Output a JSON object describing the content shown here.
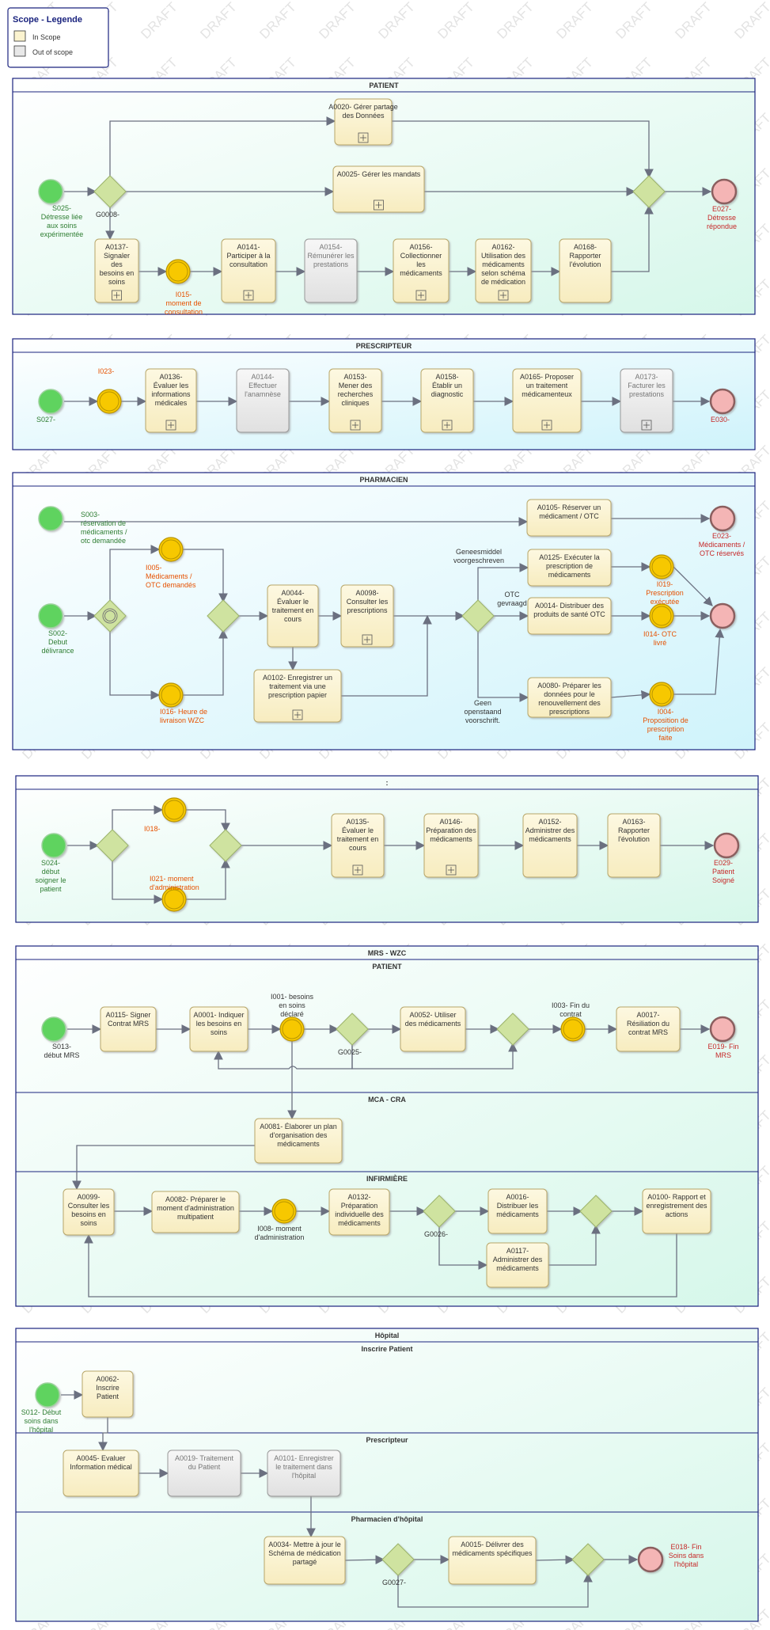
{
  "watermark": "DRAFT",
  "legend": {
    "title": "Scope - Legende",
    "in_scope": "In Scope",
    "out_of_scope": "Out of scope"
  },
  "colors": {
    "in_scope_fill": "#fbf3cf",
    "out_scope_fill": "#e8e8e8",
    "start": "#5fd35f",
    "end": "#f4b5b5",
    "intermediate": "#f7c800",
    "gateway": "#cfe3a0",
    "pool_border": "#1a237e",
    "edge": "#6b7080",
    "green_text": "#2e7d32",
    "orange_text": "#e65100",
    "red_text": "#c62828"
  },
  "pools": [
    {
      "id": "patient",
      "title": "PATIENT"
    },
    {
      "id": "prescripteur",
      "title": "PRESCRIPTEUR"
    },
    {
      "id": "pharmacien",
      "title": "PHARMACIEN"
    },
    {
      "id": "soins",
      "title": ":"
    },
    {
      "id": "mrs",
      "title": "MRS - WZC",
      "lanes": [
        "PATIENT",
        "MCA - CRA",
        "INFIRMIÈRE"
      ]
    },
    {
      "id": "hopital",
      "title": "Hôpital",
      "lanes": [
        "Inscrire Patient",
        "Prescripteur",
        "Pharmacien d'hôpital"
      ]
    }
  ],
  "nodes": [
    {
      "id": "S025",
      "kind": "start",
      "label": "S025-\nDétresse liée\naux soins\nexpérimentée"
    },
    {
      "id": "G0008",
      "kind": "gateway",
      "label": "G0008-"
    },
    {
      "id": "A0020",
      "kind": "task",
      "scope": "in",
      "label": "A0020-  Gérer partage\ndes Données",
      "sub": true
    },
    {
      "id": "A0025",
      "kind": "task",
      "scope": "in",
      "label": "A0025-  Gérer les mandats",
      "sub": true
    },
    {
      "id": "A0137",
      "kind": "task",
      "scope": "in",
      "label": "A0137-\nSignaler\ndes\nbesoins en\nsoins",
      "sub": true
    },
    {
      "id": "I015",
      "kind": "intermediate",
      "label": "I015-\nmoment de\nconsultation"
    },
    {
      "id": "A0141",
      "kind": "task",
      "scope": "in",
      "label": "A0141-\nParticiper à la\nconsultation",
      "sub": true
    },
    {
      "id": "A0154",
      "kind": "task",
      "scope": "out",
      "label": "A0154-\nRémunérer les\nprestations"
    },
    {
      "id": "A0156",
      "kind": "task",
      "scope": "in",
      "label": "A0156-\nCollectionner\nles\nmédicaments",
      "sub": true
    },
    {
      "id": "A0162",
      "kind": "task",
      "scope": "in",
      "label": "A0162-\nUtilisation des\nmédicaments\nselon schéma\nde médication",
      "sub": true
    },
    {
      "id": "A0168",
      "kind": "task",
      "scope": "in",
      "label": "A0168-\nRapporter\nl'évolution"
    },
    {
      "id": "G_P1",
      "kind": "gateway",
      "label": ""
    },
    {
      "id": "E027",
      "kind": "end",
      "label": "E027-\nDétresse\nrépondue"
    },
    {
      "id": "S027",
      "kind": "start",
      "label": "S027-"
    },
    {
      "id": "I023",
      "kind": "intermediate",
      "label": "I023-"
    },
    {
      "id": "A0136",
      "kind": "task",
      "scope": "in",
      "label": "A0136-\nÉvaluer les\ninformations\nmédicales",
      "sub": true
    },
    {
      "id": "A0144",
      "kind": "task",
      "scope": "out",
      "label": "A0144-\nEffectuer\nl'anamnèse"
    },
    {
      "id": "A0153",
      "kind": "task",
      "scope": "in",
      "label": "A0153-\nMener des\nrecherches\ncliniques",
      "sub": true
    },
    {
      "id": "A0158",
      "kind": "task",
      "scope": "in",
      "label": "A0158-\nÉtablir un\ndiagnostic",
      "sub": true
    },
    {
      "id": "A0165",
      "kind": "task",
      "scope": "in",
      "label": "A0165-  Proposer\nun traitement\nmédicamenteux",
      "sub": true
    },
    {
      "id": "A0173",
      "kind": "task",
      "scope": "out",
      "label": "A0173-\nFacturer les\nprestations",
      "sub": true
    },
    {
      "id": "E030",
      "kind": "end",
      "label": "E030-"
    },
    {
      "id": "S003",
      "kind": "start",
      "label": "S003-\nréservation de\nmédicaments /\notc demandée"
    },
    {
      "id": "A0105",
      "kind": "task",
      "scope": "in",
      "label": "A0105-  Réserver un\nmédicament / OTC"
    },
    {
      "id": "E023",
      "kind": "end",
      "label": "E023-\nMédicaments /\nOTC réservés"
    },
    {
      "id": "S002",
      "kind": "start",
      "label": "S002-\nDebut\ndélivrance"
    },
    {
      "id": "G_PH1",
      "kind": "gateway_event",
      "label": ""
    },
    {
      "id": "I005",
      "kind": "intermediate",
      "label": "I005-\nMédicaments /\nOTC demandés"
    },
    {
      "id": "I016",
      "kind": "intermediate",
      "label": "I016-  Heure de\nlivraison WZC"
    },
    {
      "id": "G_PH2",
      "kind": "gateway",
      "label": ""
    },
    {
      "id": "A0044",
      "kind": "task",
      "scope": "in",
      "label": "A0044-\nÉvaluer le\ntraitement en\ncours"
    },
    {
      "id": "A0098",
      "kind": "task",
      "scope": "in",
      "label": "A0098-\nConsulter les\nprescriptions",
      "sub": true
    },
    {
      "id": "A0102",
      "kind": "task",
      "scope": "in",
      "label": "A0102-  Enregistrer un\ntraitement via une\nprescription papier",
      "sub": true
    },
    {
      "id": "G_PH3",
      "kind": "gateway",
      "label": ""
    },
    {
      "id": "A0125",
      "kind": "task",
      "scope": "in",
      "label": "A0125-  Exécuter la\nprescription de\nmédicaments"
    },
    {
      "id": "A0014",
      "kind": "task",
      "scope": "in",
      "label": "A0014-  Distribuer des\nproduits de santé OTC"
    },
    {
      "id": "A0080",
      "kind": "task",
      "scope": "in",
      "label": "A0080-  Préparer les\ndonnées pour le\nrenouvellement des\nprescriptions"
    },
    {
      "id": "I019",
      "kind": "intermediate",
      "label": "I019-\nPrescription\nexécutée"
    },
    {
      "id": "I014",
      "kind": "intermediate",
      "label": "I014-  OTC\nlivré"
    },
    {
      "id": "I004",
      "kind": "intermediate",
      "label": "I004-\nProposition de\nprescription\nfaite"
    },
    {
      "id": "E_PH",
      "kind": "end",
      "label": ""
    },
    {
      "id": "S024",
      "kind": "start",
      "label": "S024-\ndébut\nsoigner le\npatient"
    },
    {
      "id": "G_S1",
      "kind": "gateway",
      "label": ""
    },
    {
      "id": "I018",
      "kind": "intermediate",
      "label": "I018-"
    },
    {
      "id": "I021",
      "kind": "intermediate",
      "label": "I021-  moment\nd'administration"
    },
    {
      "id": "G_S2",
      "kind": "gateway",
      "label": ""
    },
    {
      "id": "A0135",
      "kind": "task",
      "scope": "in",
      "label": "A0135-\nÉvaluer le\ntraitement en\ncours",
      "sub": true
    },
    {
      "id": "A0146",
      "kind": "task",
      "scope": "in",
      "label": "A0146-\nPréparation des\nmédicaments",
      "sub": true
    },
    {
      "id": "A0152",
      "kind": "task",
      "scope": "in",
      "label": "A0152-\nAdministrer des\nmédicaments"
    },
    {
      "id": "A0163",
      "kind": "task",
      "scope": "in",
      "label": "A0163-\nRapporter\nl'évolution"
    },
    {
      "id": "E029",
      "kind": "end",
      "label": "E029-\nPatient\nSoigné"
    },
    {
      "id": "S013",
      "kind": "start",
      "label": "S013-\ndébut MRS"
    },
    {
      "id": "A0115",
      "kind": "task",
      "scope": "in",
      "label": "A0115-  Signer\nContrat MRS"
    },
    {
      "id": "A0001",
      "kind": "task",
      "scope": "in",
      "label": "A0001-  Indiquer\nles besoins en\nsoins"
    },
    {
      "id": "I001",
      "kind": "intermediate",
      "label": "I001-  besoins\nen soins\ndéclaré"
    },
    {
      "id": "G0025",
      "kind": "gateway",
      "label": "G0025-"
    },
    {
      "id": "A0052",
      "kind": "task",
      "scope": "in",
      "label": "A0052-  Utiliser\ndes médicaments"
    },
    {
      "id": "G_M2",
      "kind": "gateway",
      "label": ""
    },
    {
      "id": "I003",
      "kind": "intermediate",
      "label": "I003-  Fin du\ncontrat"
    },
    {
      "id": "A0017",
      "kind": "task",
      "scope": "in",
      "label": "A0017-\nRésiliation du\ncontrat MRS"
    },
    {
      "id": "E019",
      "kind": "end",
      "label": "E019-  Fin\nMRS"
    },
    {
      "id": "A0081",
      "kind": "task",
      "scope": "in",
      "label": "A0081-  Élaborer un plan\nd'organisation des\nmédicaments"
    },
    {
      "id": "A0099",
      "kind": "task",
      "scope": "in",
      "label": "A0099-\nConsulter les\nbesoins en\nsoins"
    },
    {
      "id": "A0082",
      "kind": "task",
      "scope": "in",
      "label": "A0082-  Préparer le\nmoment d'administration\nmultipatient"
    },
    {
      "id": "I008",
      "kind": "intermediate",
      "label": "I008-  moment\nd'administration"
    },
    {
      "id": "A0132",
      "kind": "task",
      "scope": "in",
      "label": "A0132-\nPréparation\nindividuelle des\nmédicaments"
    },
    {
      "id": "G0026",
      "kind": "gateway",
      "label": "G0026-"
    },
    {
      "id": "A0016",
      "kind": "task",
      "scope": "in",
      "label": "A0016-\nDistribuer les\nmédicaments"
    },
    {
      "id": "A0117",
      "kind": "task",
      "scope": "in",
      "label": "A0117-\nAdministrer des\nmédicaments"
    },
    {
      "id": "G_I2",
      "kind": "gateway",
      "label": ""
    },
    {
      "id": "A0100",
      "kind": "task",
      "scope": "in",
      "label": "A0100-  Rapport et\nenregistrement des\nactions"
    },
    {
      "id": "S012",
      "kind": "start",
      "label": "S012-  Début\nsoins dans\nl'hôpital"
    },
    {
      "id": "A0062",
      "kind": "task",
      "scope": "in",
      "label": "A0062-\nInscrire\nPatient"
    },
    {
      "id": "A0045",
      "kind": "task",
      "scope": "in",
      "label": "A0045-  Evaluer\nInformation médical"
    },
    {
      "id": "A0019",
      "kind": "task",
      "scope": "out",
      "label": "A0019-  Traitement\ndu Patient"
    },
    {
      "id": "A0101",
      "kind": "task",
      "scope": "out",
      "label": "A0101-  Enregistrer\nle traitement dans\nl'hôpital"
    },
    {
      "id": "A0034",
      "kind": "task",
      "scope": "in",
      "label": "A0034-  Mettre à jour le\nSchéma de médication\npartagé"
    },
    {
      "id": "G0027",
      "kind": "gateway",
      "label": "G0027-"
    },
    {
      "id": "A0015",
      "kind": "task",
      "scope": "in",
      "label": "A0015-  Délivrer des\nmédicaments spécifiques"
    },
    {
      "id": "G_H2",
      "kind": "gateway",
      "label": ""
    },
    {
      "id": "E018",
      "kind": "end",
      "label": "E018-  Fin\nSoins dans\nl'hôpital"
    }
  ],
  "edge_labels": [
    "Geneesmiddel\nvoorgeschreven",
    "OTC\ngevraagd",
    "Geen\nopenstaand\nvoorschrift."
  ]
}
